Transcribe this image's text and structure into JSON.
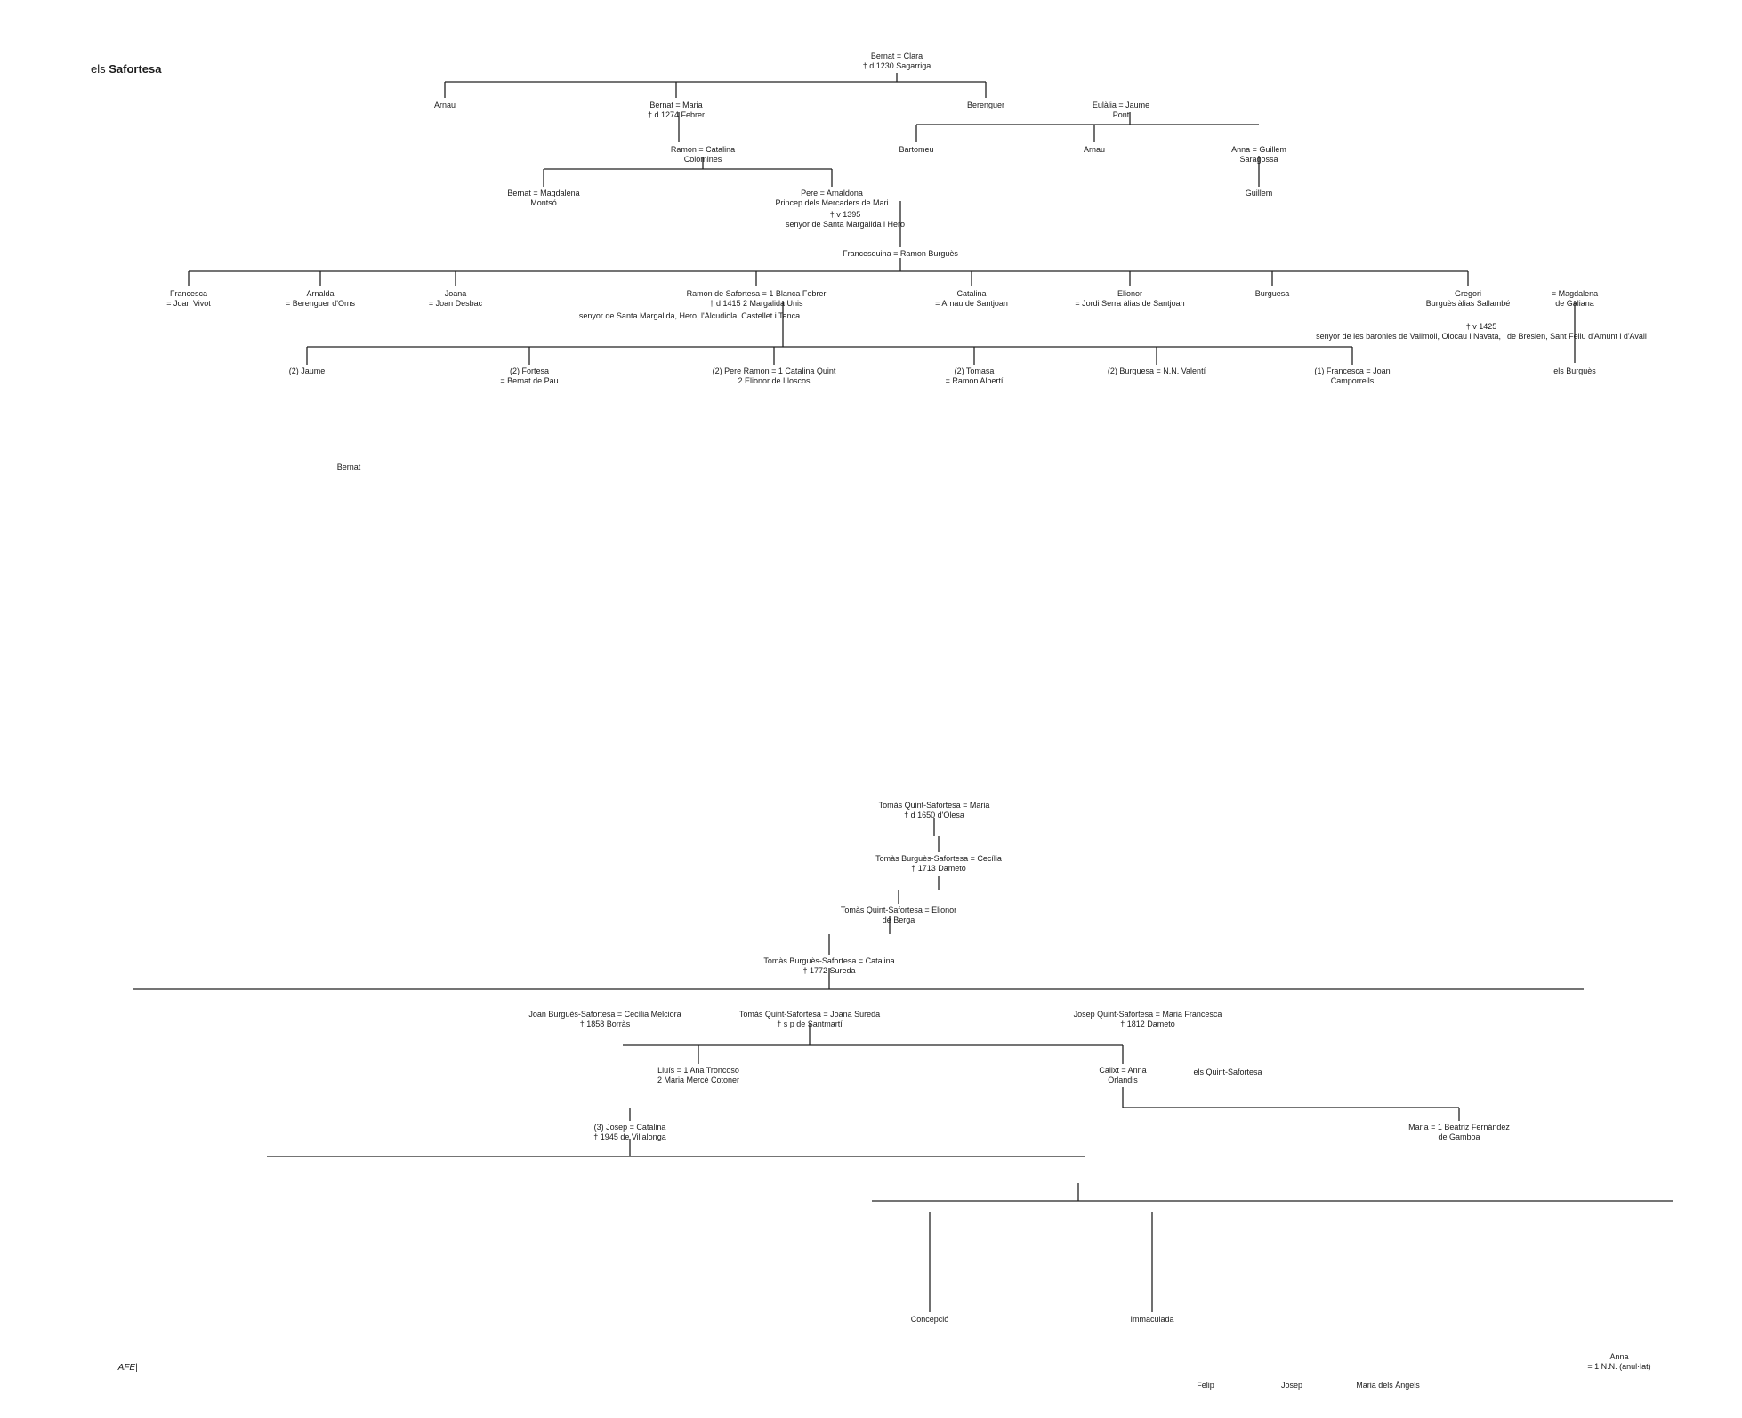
{
  "title": {
    "prefix": "els",
    "family": "Safortesa"
  },
  "ref": "|AFE|",
  "nodes": [
    {
      "id": "bernat1",
      "t": "Bernat = Clara",
      "s": "† d 1230   Sagarriga"
    },
    {
      "id": "arnau1",
      "t": "Arnau",
      "s": ""
    },
    {
      "id": "bernat2",
      "t": "Bernat = Maria",
      "s": "† d 1274   Febrer"
    },
    {
      "id": "berenguer1",
      "t": "Berenguer",
      "s": ""
    },
    {
      "id": "eulalia",
      "t": "Eulàlia = Jaume",
      "s": "Pont"
    },
    {
      "id": "ramon1",
      "t": "Ramon = Catalina",
      "s": "Colomines"
    },
    {
      "id": "bartomeu",
      "t": "Bartomeu",
      "s": ""
    },
    {
      "id": "arnau2",
      "t": "Arnau",
      "s": ""
    },
    {
      "id": "anna1",
      "t": "Anna = Guillem",
      "s": "Saragossa"
    },
    {
      "id": "guillem",
      "t": "Guillem",
      "s": ""
    },
    {
      "id": "bernat3",
      "t": "Bernat = Magdalena",
      "s": "Montsó"
    },
    {
      "id": "pere1",
      "t": "Pere = Arnaldona",
      "s": "Princep dels Mercaders   de Mari"
    },
    {
      "id": "pere1b",
      "t": "† v 1395",
      "s": "senyor de Santa Margalida i Hero"
    },
    {
      "id": "francesquina1",
      "t": "Francesquina = Ramon Burguès",
      "s": ""
    },
    {
      "id": "francesca1",
      "t": "Francesca",
      "s": "= Joan Vivot"
    },
    {
      "id": "arnalda",
      "t": "Arnalda",
      "s": "= Berenguer d'Oms"
    },
    {
      "id": "joana1",
      "t": "Joana",
      "s": "= Joan Desbac"
    },
    {
      "id": "ramonsaf",
      "t": "Ramon de Safortesa = 1 Blanca Febrer",
      "s": "† d 1415   2 Margalida Unis"
    },
    {
      "id": "ramonsafb",
      "t": "senyor de Santa Margalida, Hero, l'Alcudiola, Castellet i Tanca",
      "s": ""
    },
    {
      "id": "catalina1",
      "t": "Catalina",
      "s": "= Arnau de Santjoan"
    },
    {
      "id": "elionor1",
      "t": "Elionor",
      "s": "= Jordi Serra àlias de Santjoan"
    },
    {
      "id": "burguesa1",
      "t": "Burguesa",
      "s": ""
    },
    {
      "id": "gregori1",
      "t": "Gregori",
      "s": "Burguès àlias Sallambé"
    },
    {
      "id": "gregori1b",
      "t": "† v 1425",
      "s": "senyor de les baronies de Vallmoll, Olocau i Navata, i de Bresien, Sant Feliu d'Amunt i d'Avall"
    },
    {
      "id": "magdalena1",
      "t": "= Magdalena",
      "s": "de Galiana"
    },
    {
      "id": "burgues",
      "t": "els Burguès",
      "s": ""
    },
    {
      "id": "jaume2",
      "t": "(2) Jaume",
      "s": ""
    },
    {
      "id": "fortesa",
      "t": "(2) Fortesa",
      "s": "= Bernat de Pau"
    },
    {
      "id": "pereramon1",
      "t": "(2) Pere Ramon = 1 Catalina Quint",
      "s": "2 Elionor de Lloscos"
    },
    {
      "id": "tomasa",
      "t": "(2) Tomasa",
      "s": "= Ramon Albertí"
    },
    {
      "id": "burguesa2",
      "t": "(2) Burguesa = N.N. Valentí",
      "s": ""
    },
    {
      "id": "francesca2",
      "t": "(1) Francesca = Joan",
      "s": "Camporrells"
    },
    {
      "id": "bernat4",
      "t": "Bernat",
      "s": ""
    },
    {
      "id": "tomas1",
      "t": "Tomàs Quint-Safortesa = Maria",
      "s": "† d 1650   d'Olesa"
    },
    {
      "id": "tomas2",
      "t": "Tomàs Burguès-Safortesa = Cecília",
      "s": "† 1713   Dameto"
    },
    {
      "id": "tomas3",
      "t": "Tomàs Quint-Safortesa = Elionor",
      "s": "de Berga"
    },
    {
      "id": "tomas4",
      "t": "Tomàs Burguès-Safortesa = Catalina",
      "s": "† 1772   Sureda"
    },
    {
      "id": "joan1",
      "t": "Joan Burguès-Safortesa = Cecília Melciora",
      "s": "† 1858   Borràs"
    },
    {
      "id": "tomas5",
      "t": "Tomàs Quint-Safortesa = Joana Sureda",
      "s": "† s p   de Santmartí"
    },
    {
      "id": "josep1",
      "t": "Josep Quint-Safortesa = Maria Francesca",
      "s": "† 1812   Dameto"
    },
    {
      "id": "quintsaf",
      "t": "els Quint-Safortesa",
      "s": ""
    },
    {
      "id": "lluis1",
      "t": "Lluís = 1 Ana Troncoso",
      "s": "2 Maria Mercè Cotoner"
    },
    {
      "id": "calixt",
      "t": "Calixt = Anna",
      "s": "Orlandis"
    },
    {
      "id": "josep2",
      "t": "(3) Josep = Catalina",
      "s": "† 1945   de Villalonga"
    },
    {
      "id": "maria1",
      "t": "Maria = 1 Beatriz Fernández",
      "s": "de Gamboa"
    },
    {
      "id": "concepcio",
      "t": "Concepció",
      "s": ""
    },
    {
      "id": "immaculada",
      "t": "Immaculada",
      "s": ""
    },
    {
      "id": "anna2",
      "t": "Anna",
      "s": "= 1 N.N. (anul·lat)"
    },
    {
      "id": "felip",
      "t": "Felip",
      "s": ""
    },
    {
      "id": "josep3",
      "t": "Josep",
      "s": ""
    },
    {
      "id": "mariaangels",
      "t": "Maria dels Àngels",
      "s": ""
    }
  ]
}
